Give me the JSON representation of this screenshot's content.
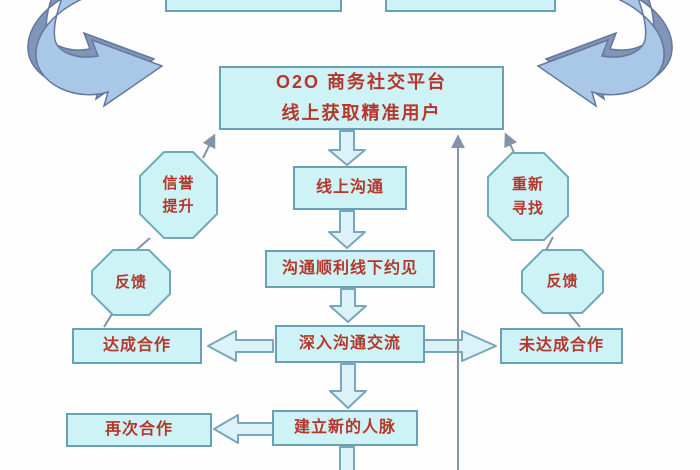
{
  "nodes": {
    "platform": {
      "line1": "O2O 商务社交平台",
      "line2": "线上获取精准用户"
    },
    "online_communication": {
      "label": "线上沟通"
    },
    "offline_meeting": {
      "label": "沟通顺利线下约见"
    },
    "deep_communication": {
      "label": "深入沟通交流"
    },
    "cooperation_reached": {
      "label": "达成合作"
    },
    "cooperation_not_reached": {
      "label": "未达成合作"
    },
    "build_new_network": {
      "label": "建立新的人脉"
    },
    "repeat_cooperation": {
      "label": "再次合作"
    },
    "reputation_boost": {
      "label": "信誉\n提升"
    },
    "feedback_left": {
      "label": "反馈"
    },
    "search_again": {
      "label": "重新\n寻找"
    },
    "feedback_right": {
      "label": "反馈"
    }
  },
  "colors": {
    "node_fill": "#cdf3f7",
    "node_border": "#6b9fb2",
    "text": "#b5372b",
    "block_arrow_fill": "#dbf2f8",
    "block_arrow_border": "#7aa6ba",
    "connector_line": "#8494a6",
    "loop_arrow_light": "#a9c8e8",
    "loop_arrow_dark": "#8095b8",
    "background": "#fefefe"
  }
}
